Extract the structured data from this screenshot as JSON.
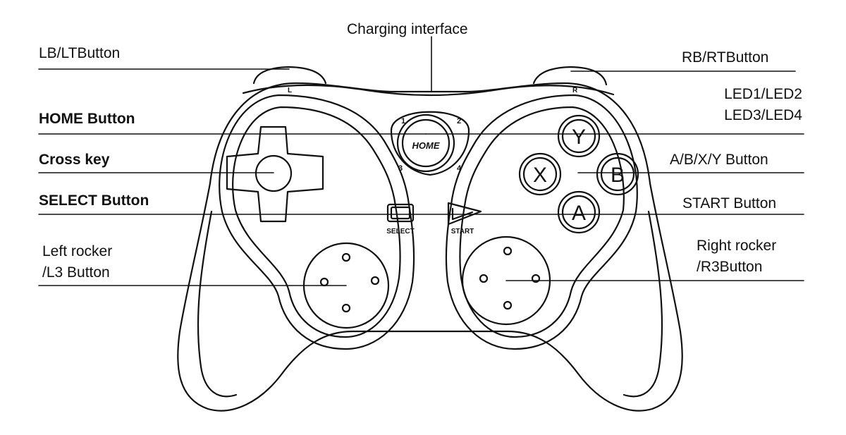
{
  "labels": {
    "charging_interface": "Charging interface",
    "lb_lt": "LB/LTButton",
    "rb_rt": "RB/RTButton",
    "led_line1": "LED1/LED2",
    "led_line2": "LED3/LED4",
    "home_button": "HOME Button",
    "cross_key": "Cross key",
    "abxy_button": "A/B/X/Y Button",
    "select_button": "SELECT Button",
    "start_button": "START Button",
    "left_rocker_line1": "Left rocker",
    "left_rocker_line2": "/L3 Button",
    "right_rocker_line1": "Right rocker",
    "right_rocker_line2": "/R3Button"
  },
  "controller": {
    "bumper_left": "L",
    "bumper_right": "R",
    "home_text": "HOME",
    "led_numbers": [
      "1",
      "2",
      "3",
      "4"
    ],
    "face_buttons": {
      "top": "Y",
      "left": "X",
      "right": "B",
      "bottom": "A"
    },
    "select_text": "SELECT",
    "start_text": "START"
  },
  "colors": {
    "ink": "#111111",
    "background": "#ffffff"
  }
}
